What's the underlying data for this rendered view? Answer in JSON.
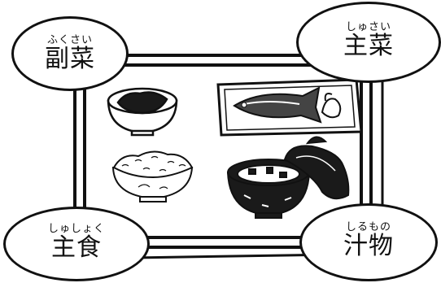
{
  "bubbles": {
    "top_left": {
      "ruby": "ふくさい",
      "kanji": "副菜"
    },
    "top_right": {
      "ruby": "しゅさい",
      "kanji": "主菜"
    },
    "bottom_left": {
      "ruby": "しゅしょく",
      "kanji": "主食"
    },
    "bottom_right": {
      "ruby": "しるもの",
      "kanji": "汁物"
    }
  }
}
